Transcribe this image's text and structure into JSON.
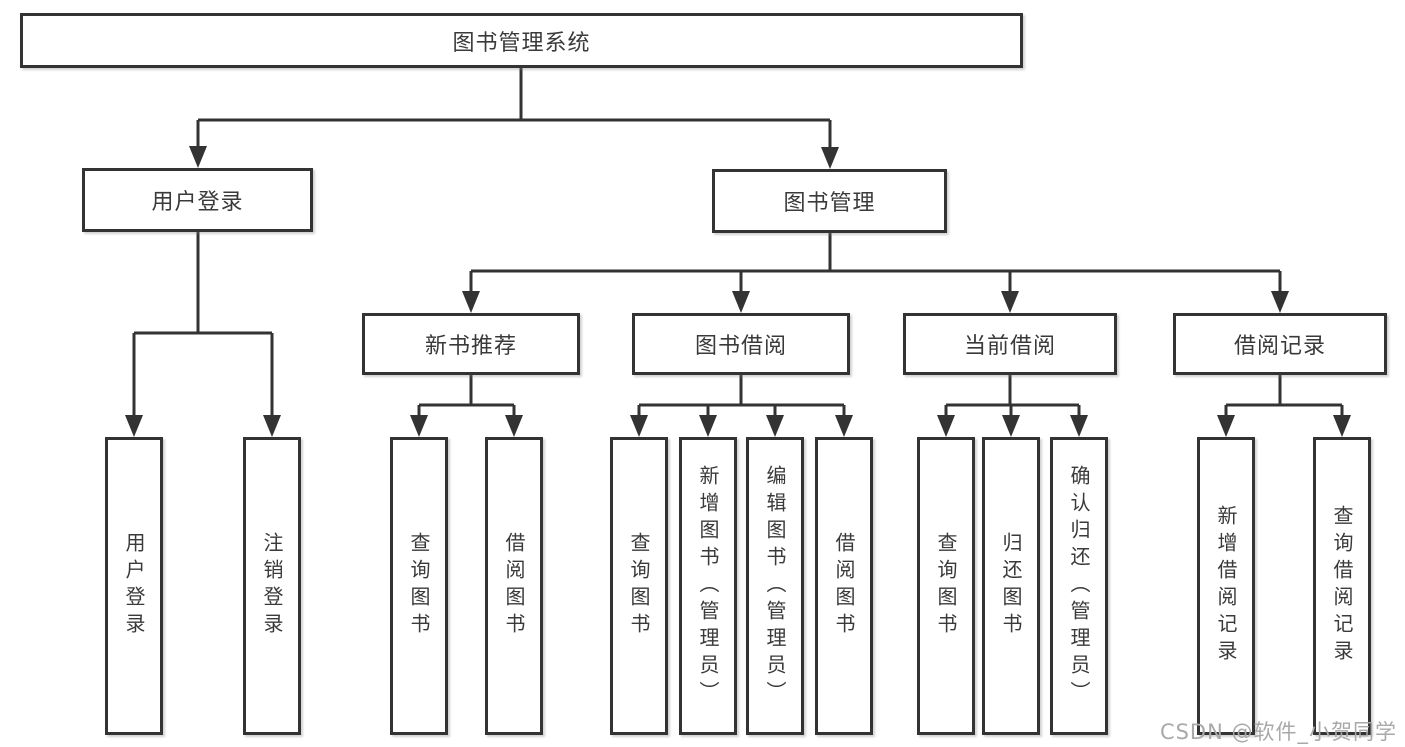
{
  "diagram": {
    "title_node": "图书管理系统",
    "root": {
      "label": "图书管理系统"
    },
    "level2": [
      {
        "label": "用户登录"
      },
      {
        "label": "图书管理"
      }
    ],
    "level3": [
      {
        "label": "新书推荐"
      },
      {
        "label": "图书借阅"
      },
      {
        "label": "当前借阅"
      },
      {
        "label": "借阅记录"
      }
    ],
    "leaves": {
      "user_login": [
        "用户登录",
        "注销登录"
      ],
      "new_book_recommend": [
        "查询图书",
        "借阅图书"
      ],
      "book_borrow": [
        "查询图书",
        "新增图书（管理员）",
        "编辑图书（管理员）",
        "借阅图书"
      ],
      "current_borrow": [
        "查询图书",
        "归还图书",
        "确认归还（管理员）"
      ],
      "borrow_records": [
        "新增借阅记录",
        "查询借阅记录"
      ]
    }
  },
  "watermark": {
    "text": "CSDN @软件_小贺同学",
    "color": "#a9a9a9"
  },
  "colors": {
    "line": "#333333",
    "box_border": "#333333",
    "text": "#3a3a3a",
    "background": "#ffffff"
  }
}
